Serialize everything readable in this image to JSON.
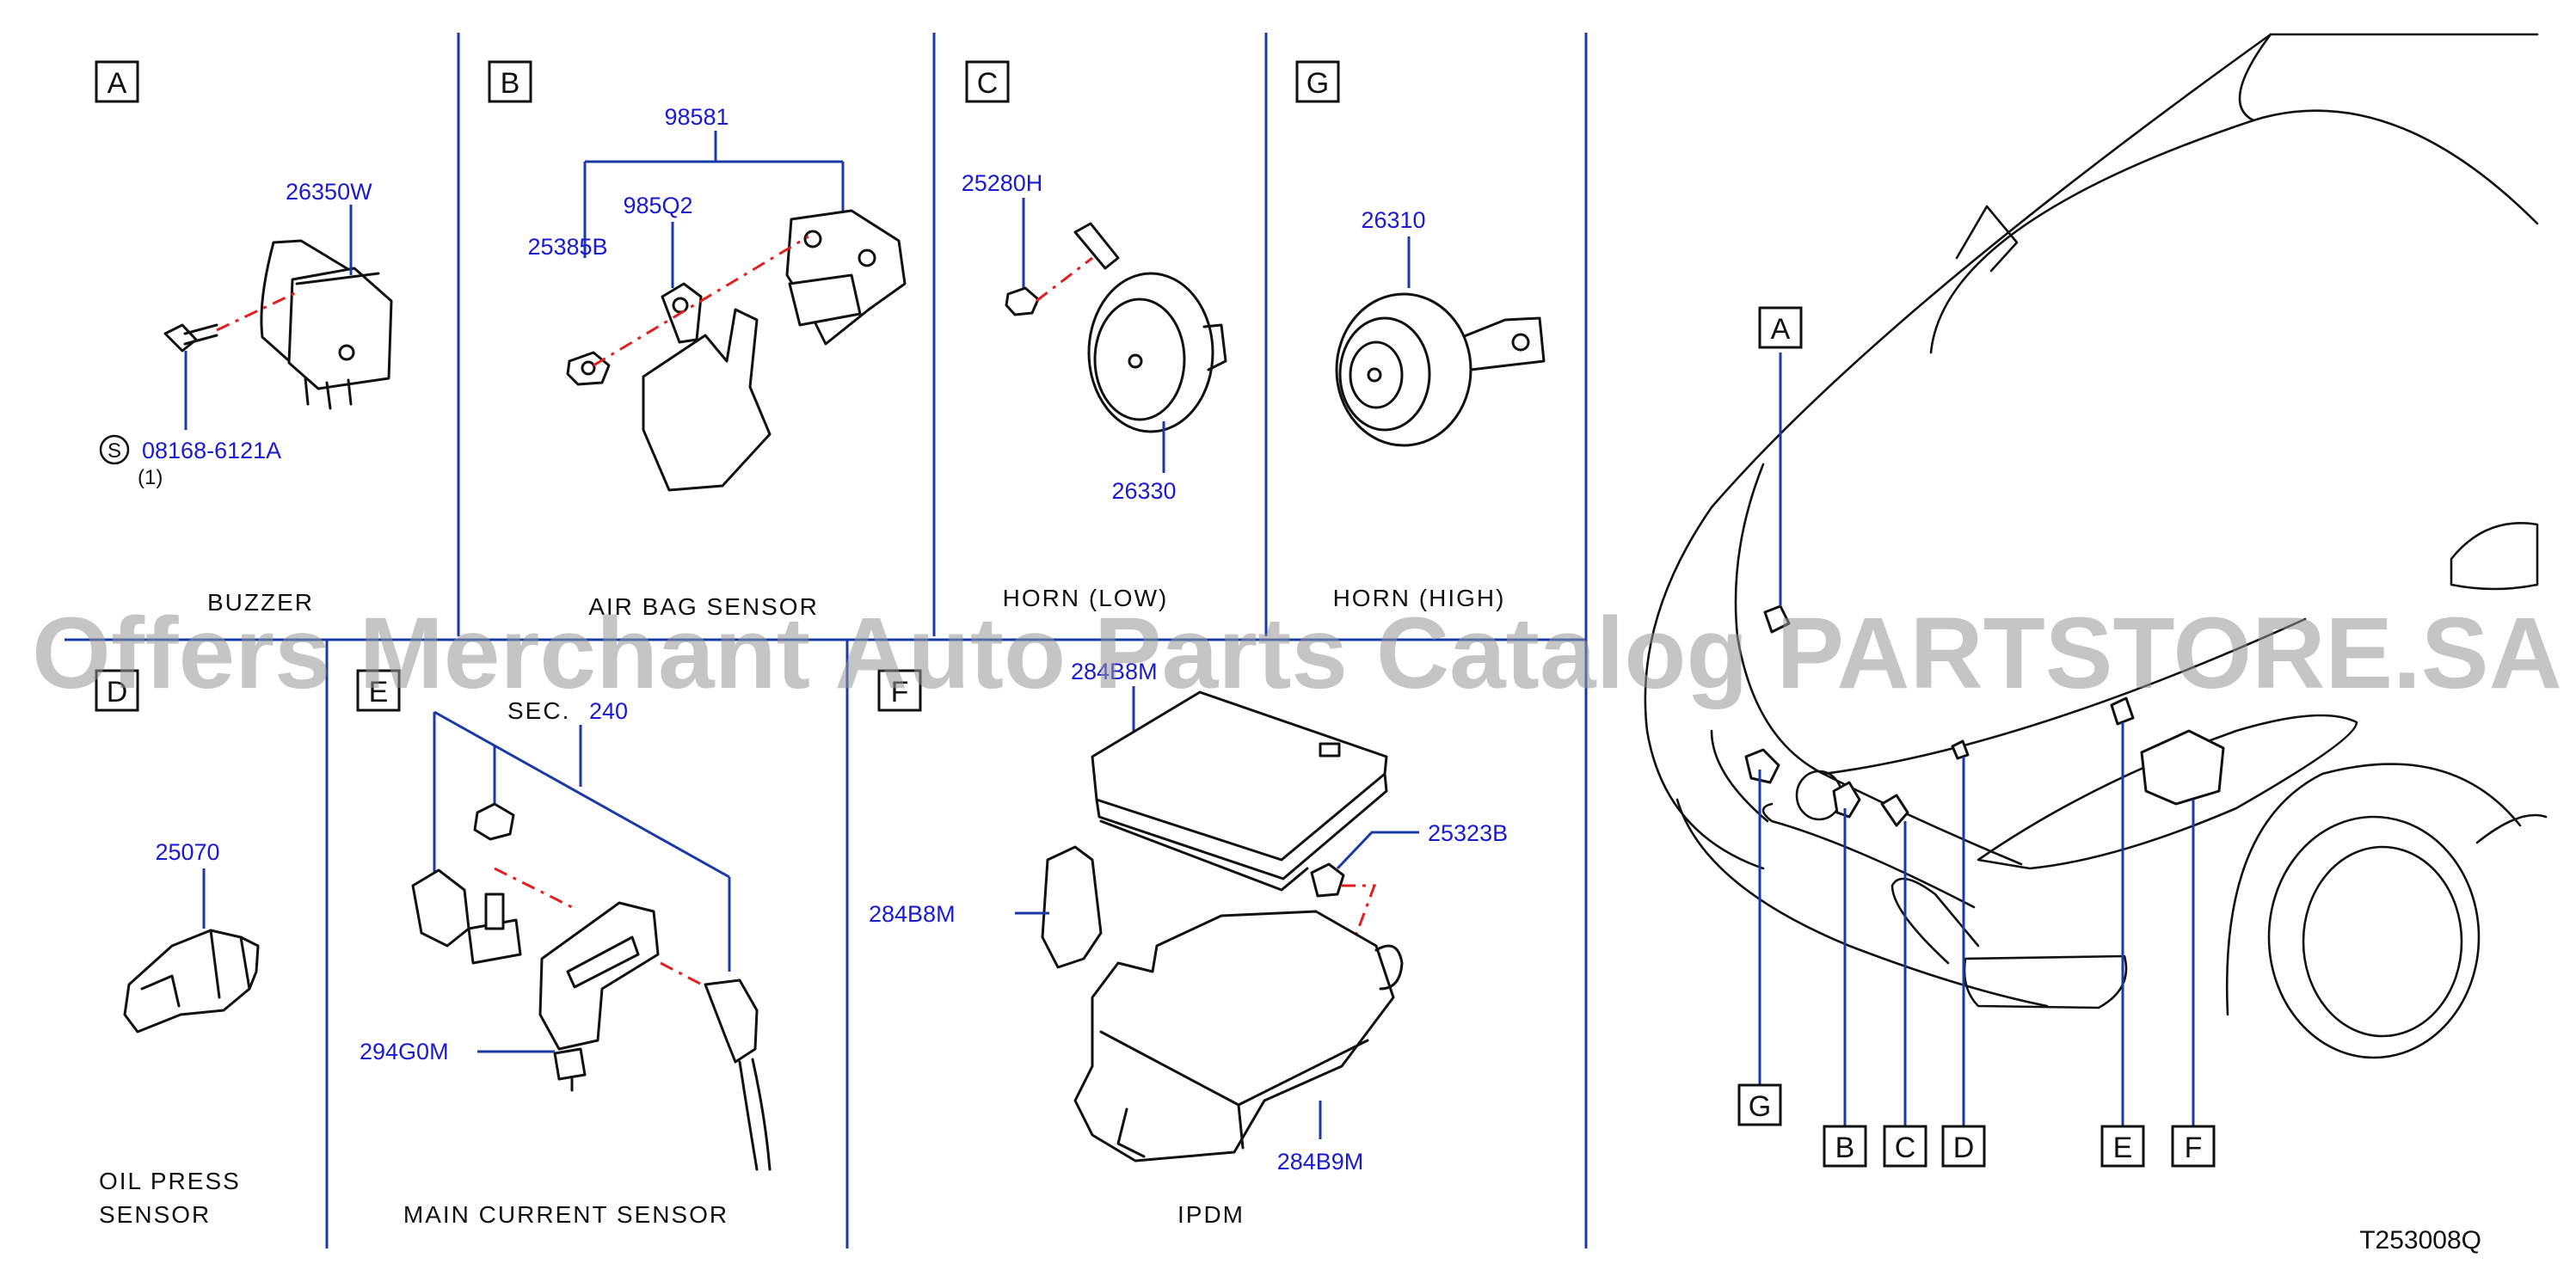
{
  "sections": {
    "A": {
      "letter": "A",
      "title": "BUZZER",
      "parts": [
        "26350W",
        "08168-6121A"
      ],
      "qty": "(1)",
      "spec_mark": "S"
    },
    "B": {
      "letter": "B",
      "title": "AIR   BAG   SENSOR",
      "parts": [
        "98581",
        "985Q2",
        "25385B"
      ]
    },
    "C": {
      "letter": "C",
      "title": "HORN   (LOW)",
      "parts": [
        "25280H",
        "26330"
      ]
    },
    "G": {
      "letter": "G",
      "title": "HORN   (HIGH)",
      "parts": [
        "26310"
      ]
    },
    "D": {
      "letter": "D",
      "title_line1": "OIL   PRESS",
      "title_line2": "SENSOR",
      "parts": [
        "25070"
      ]
    },
    "E": {
      "letter": "E",
      "title": "MAIN   CURRENT   SENSOR",
      "sec_prefix": "SEC.",
      "sec_number": "240",
      "parts": [
        "294G0M"
      ]
    },
    "F": {
      "letter": "F",
      "title": "IPDM",
      "parts": [
        "284B8M",
        "25323B",
        "284B8M",
        "284B9M"
      ]
    }
  },
  "vehicle_callouts": [
    "A",
    "G",
    "B",
    "C",
    "D",
    "E",
    "F"
  ],
  "diagram_code": "T253008Q",
  "watermark": "Offers Merchant Auto Parts Catalog PARTSTORE.SA",
  "colors": {
    "part_number": "#1a1ad0",
    "leader": "#1a3aa8",
    "divider": "#1a3aa8",
    "dash": "#e02020"
  }
}
